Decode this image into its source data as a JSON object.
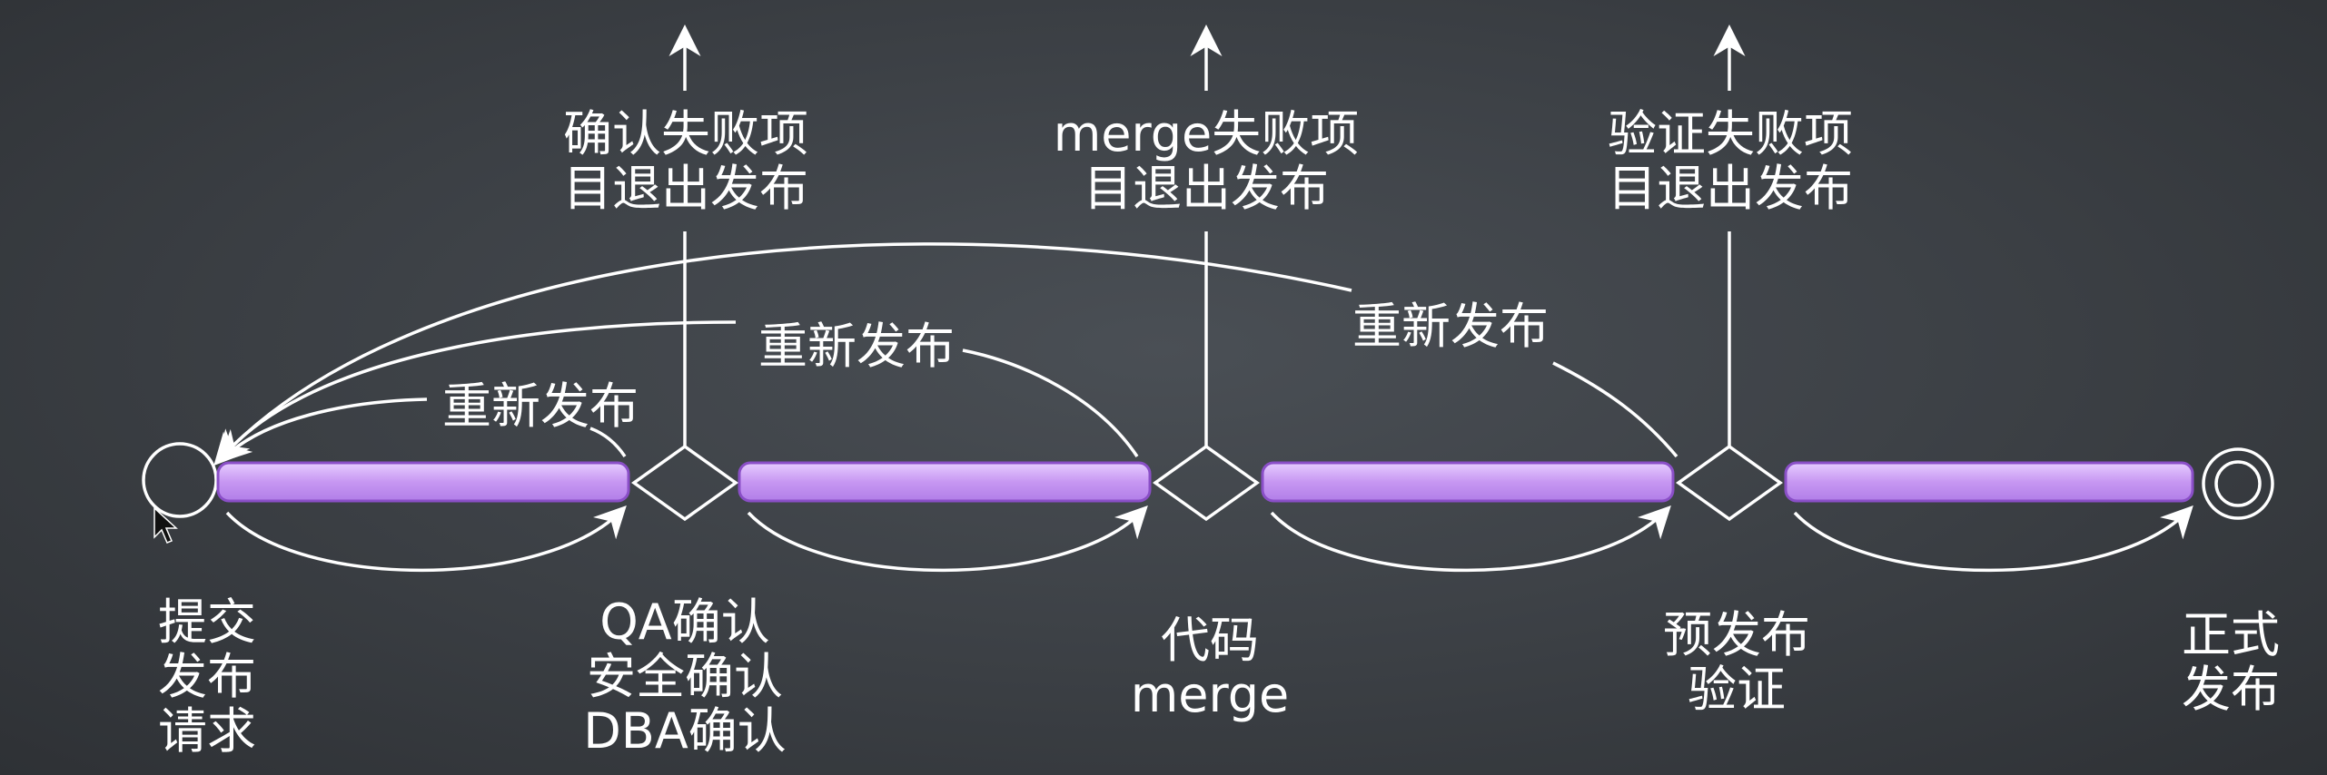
{
  "title_bar": {
    "stage": "代码",
    "lang": "merge"
  },
  "top_labels": [
    {
      "line1": "确认失败项",
      "line2": "目退出发布"
    },
    {
      "line1": "merge失败项",
      "line2": "目退出发布"
    },
    {
      "line1": "验证失败项",
      "line2": "目退出发布"
    }
  ],
  "republish_labels": [
    "重新发布",
    "重新发布",
    "重新发布"
  ],
  "bottom_labels": [
    {
      "lines": [
        "提交",
        "发布",
        "请求"
      ]
    },
    {
      "lines": [
        "QA确认",
        "安全确认",
        "DBA确认"
      ]
    },
    {
      "lines": [
        "代码",
        "merge"
      ]
    },
    {
      "lines": [
        "预发布",
        "验证"
      ]
    },
    {
      "lines": [
        "正式",
        "发布"
      ]
    }
  ],
  "colors": {
    "bar_fill": "#c79af0",
    "bar_border": "#8a4fc7",
    "line": "#ffffff"
  }
}
